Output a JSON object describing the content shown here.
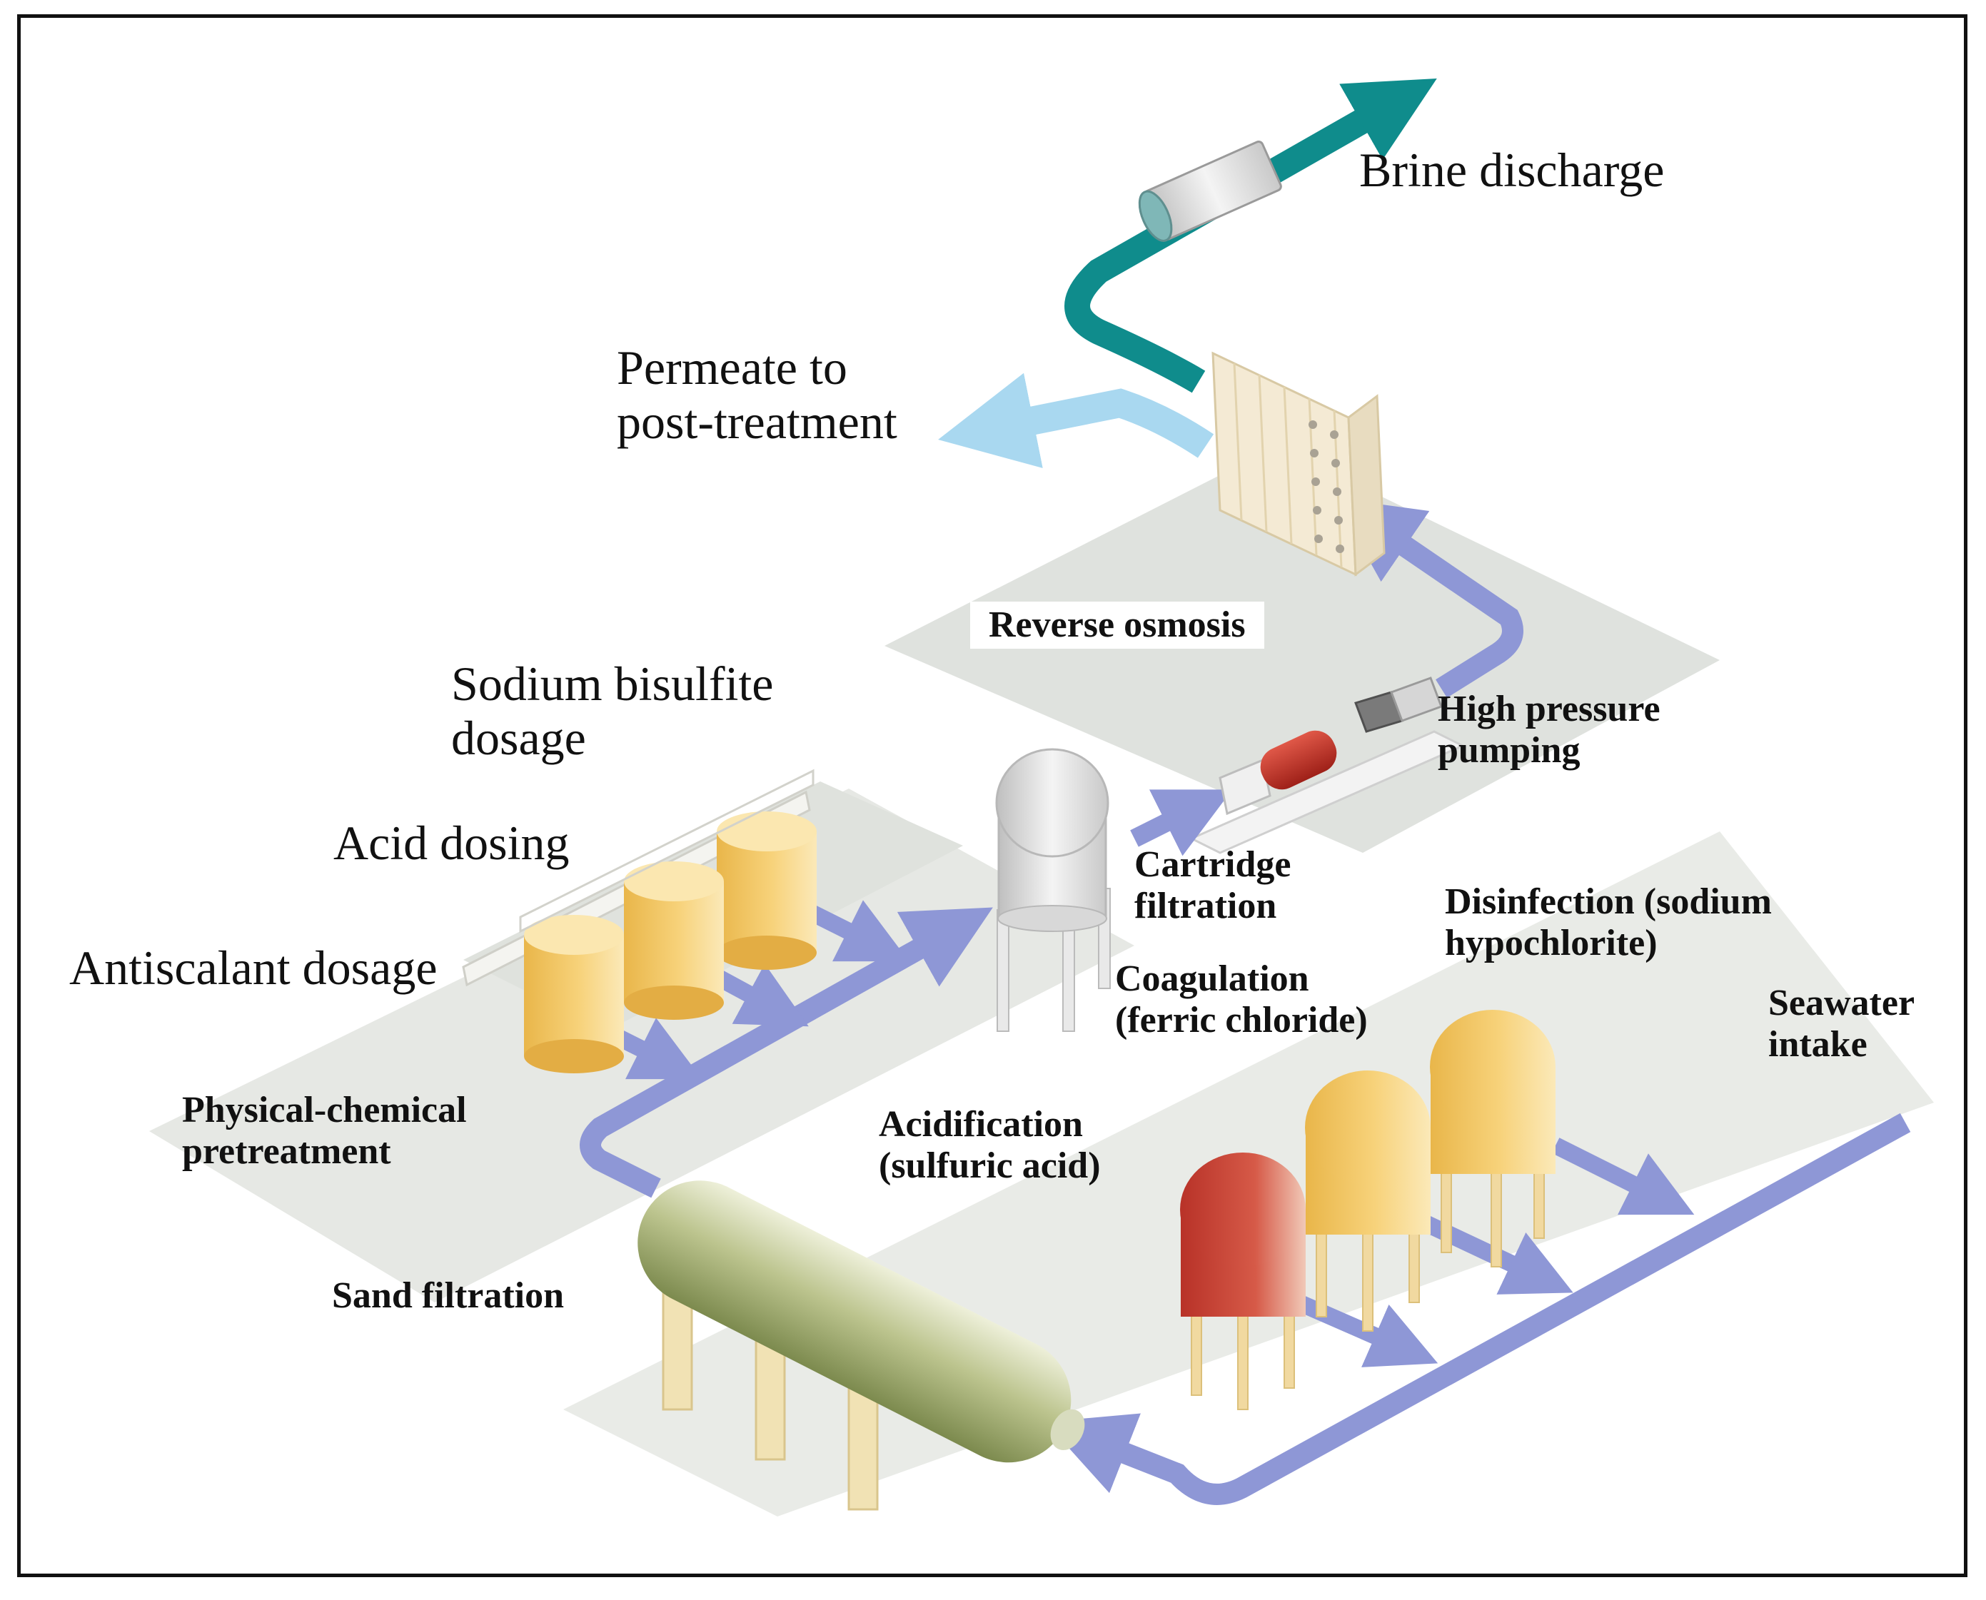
{
  "labels": {
    "brine_discharge": "Brine discharge",
    "permeate": [
      "Permeate to",
      "post-treatment"
    ],
    "reverse_osmosis": "Reverse osmosis",
    "sodium_bisulfite": [
      "Sodium bisulfite",
      "dosage"
    ],
    "high_pressure": [
      "High pressure",
      "pumping"
    ],
    "acid_dosing": "Acid dosing",
    "cartridge": [
      "Cartridge",
      "filtration"
    ],
    "disinfection": [
      "Disinfection (sodium",
      "hypochlorite)"
    ],
    "antiscalant": "Antiscalant dosage",
    "coagulation": [
      "Coagulation",
      "(ferric chloride)"
    ],
    "seawater": [
      "Seawater",
      "intake"
    ],
    "physical_chemical": [
      "Physical-chemical",
      "pretreatment"
    ],
    "acidification": [
      "Acidification",
      "(sulfuric acid)"
    ],
    "sand_filtration": "Sand filtration"
  },
  "colors": {
    "process_flow": "#8e97d6",
    "brine_flow": "#0f8c8c",
    "permeate_flow": "#a9d8f0",
    "platform": "#e3e6e2",
    "tank_yellow": "#f2c660",
    "tank_red": "#c84a3c",
    "sand_filter": "#9aaa6a",
    "pump_red": "#c83028"
  }
}
